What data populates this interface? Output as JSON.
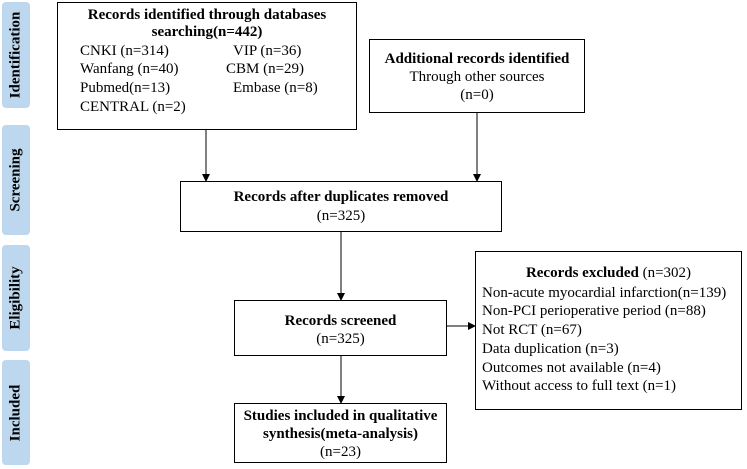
{
  "stages": [
    "Identification",
    "Screening",
    "Eligibility",
    "Included"
  ],
  "identified": {
    "title_line1": "Records identified through databases",
    "title_line2": "searching(n=442)",
    "sources": [
      "CNKI (n=314)",
      "VIP (n=36)",
      "Wanfang (n=40)",
      "CBM (n=29)",
      "Pubmed(n=13)",
      "Embase (n=8)",
      "CENTRAL (n=2)"
    ]
  },
  "additional": {
    "title": "Additional records identified",
    "line2": "Through other sources",
    "count": "(n=0)"
  },
  "duplicates": {
    "title": "Records after duplicates removed",
    "count": "(n=325)"
  },
  "screened": {
    "title": "Records screened",
    "count": "(n=325)"
  },
  "excluded": {
    "title": "Records excluded",
    "count": " (n=302)",
    "reasons": [
      "Non-acute myocardial infarction(n=139)",
      "Non-PCI perioperative period (n=88)",
      "Not RCT (n=67)",
      "Data duplication (n=3)",
      "Outcomes not available (n=4)",
      "Without access to full text (n=1)"
    ]
  },
  "included": {
    "title_line1": "Studies included in qualitative",
    "title_line2": "synthesis(meta-analysis)",
    "count": "(n=23)"
  }
}
